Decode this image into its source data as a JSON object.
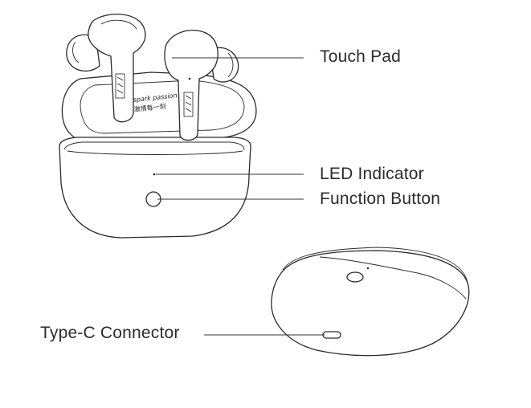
{
  "labels": {
    "touch_pad": "Touch Pad",
    "led_indicator": "LED Indicator",
    "function_button": "Function Button",
    "type_c_connector": "Type-C Connector"
  },
  "branding": {
    "line1": "spark passion",
    "line2": "激情每一刻",
    "bud_mark": "ᠰᠡᠴᠡ"
  }
}
